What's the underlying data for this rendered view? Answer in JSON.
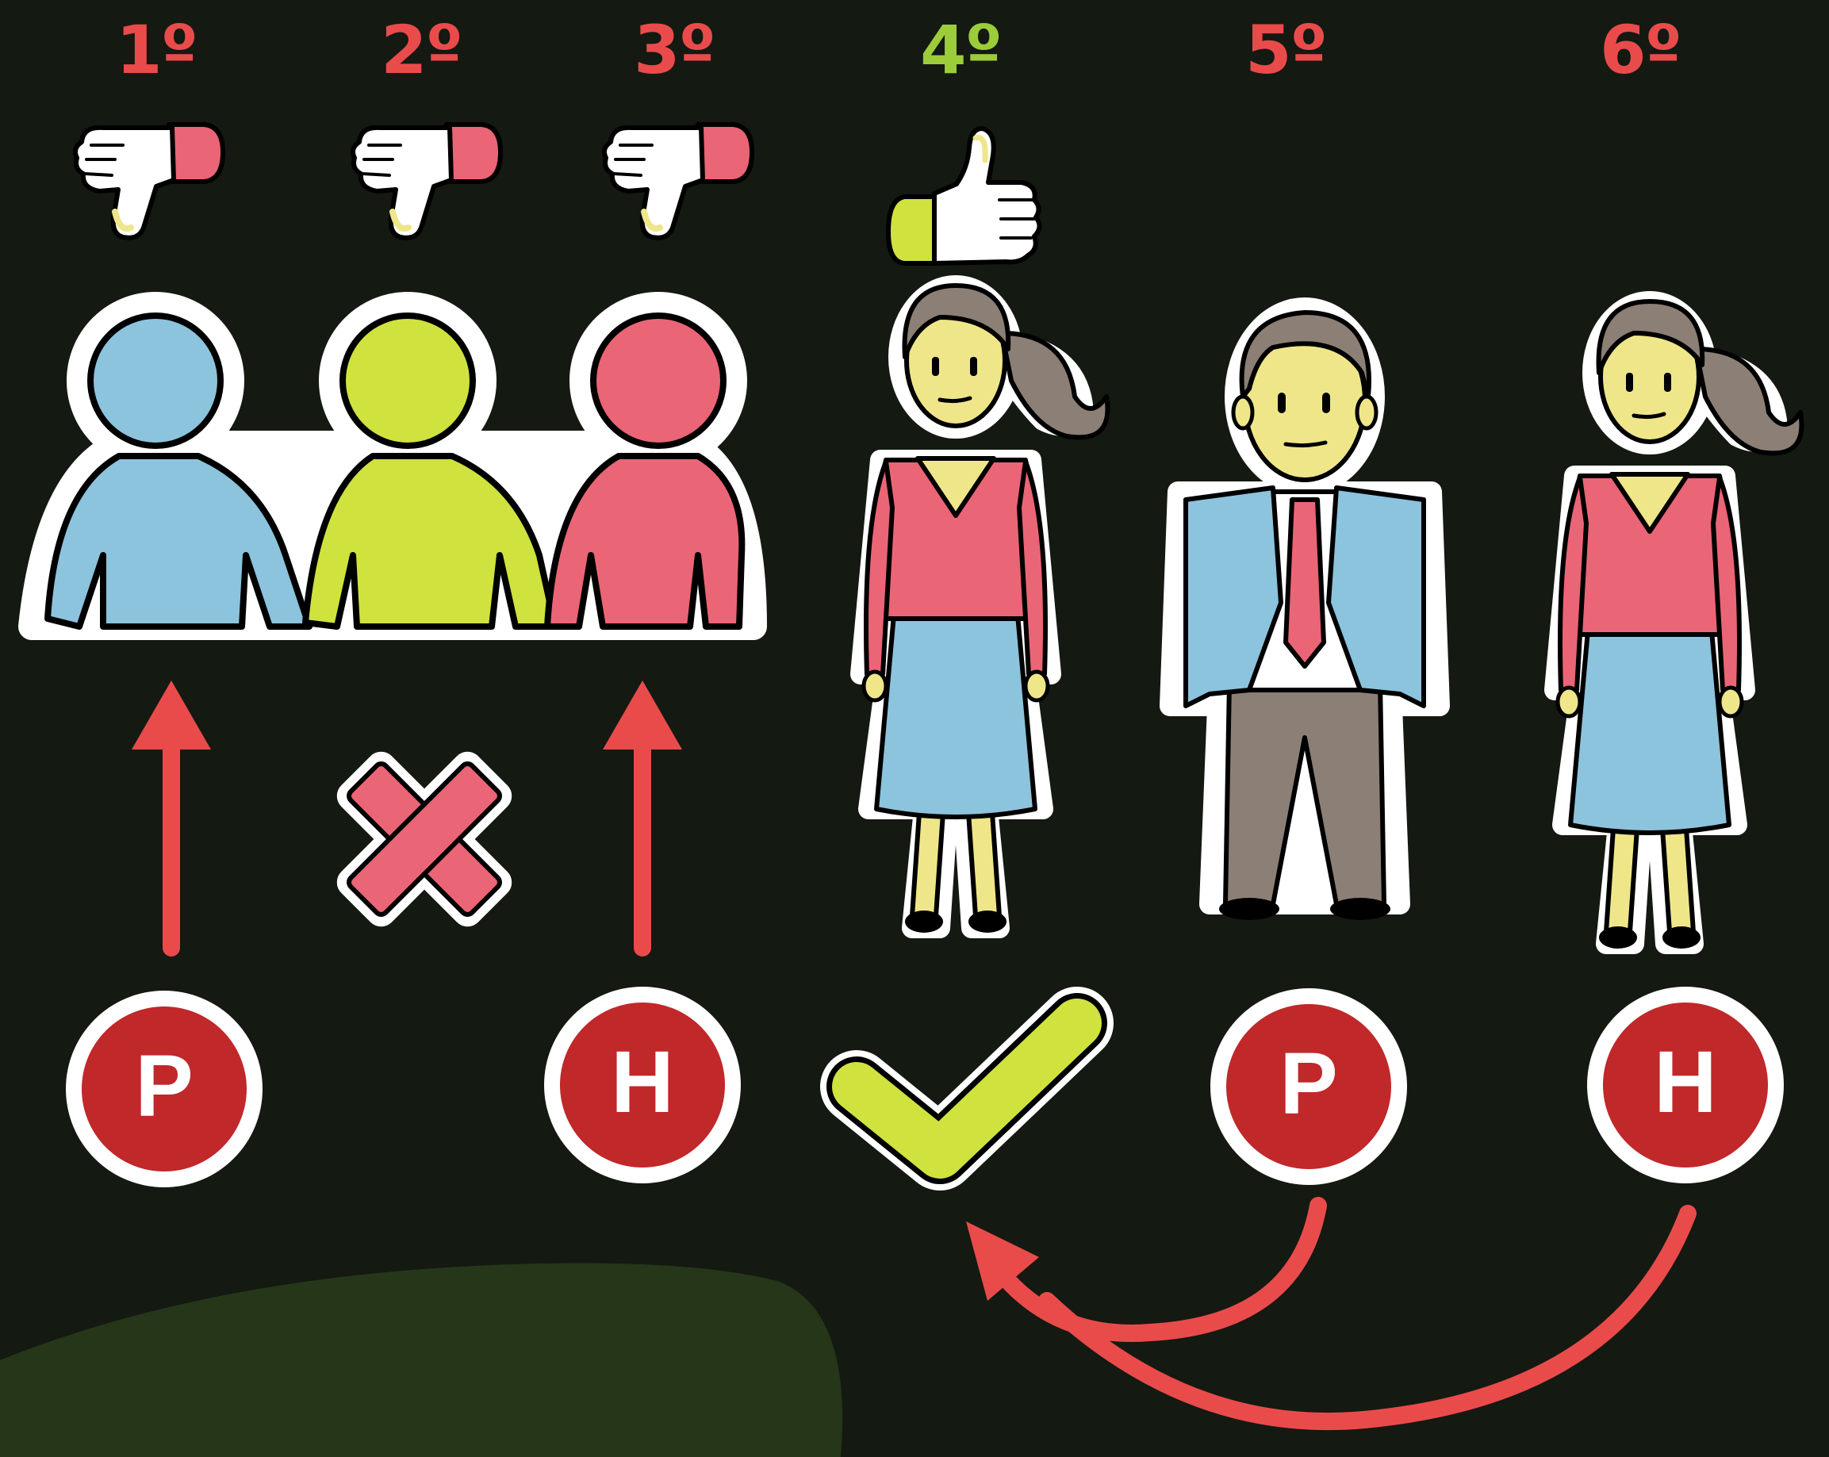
{
  "colors": {
    "background": "#141912",
    "bad": "#e94b4b",
    "good": "#9ccc3a",
    "badge_red": "#c0282a",
    "blue": "#8cc3dd",
    "lime": "#cfe23e",
    "pink": "#ea6576",
    "skin": "#efe68a",
    "hair": "#8b7f76",
    "hill": "#263619"
  },
  "ranks": [
    {
      "label": "1º",
      "status": "bad"
    },
    {
      "label": "2º",
      "status": "bad"
    },
    {
      "label": "3º",
      "status": "bad"
    },
    {
      "label": "4º",
      "status": "good"
    },
    {
      "label": "5º",
      "status": "bad"
    },
    {
      "label": "6º",
      "status": "bad"
    }
  ],
  "markers": [
    {
      "type": "badge",
      "letter": "P"
    },
    {
      "type": "cross-icon"
    },
    {
      "type": "badge",
      "letter": "H"
    },
    {
      "type": "check-icon"
    },
    {
      "type": "badge",
      "letter": "P"
    },
    {
      "type": "badge",
      "letter": "H"
    }
  ],
  "icons": {
    "thumbs_down": "thumbs-down-icon",
    "thumbs_up": "thumbs-up-icon",
    "arrow_up": "arrow-up-icon",
    "curved_arrow": "curved-arrow-icon"
  }
}
